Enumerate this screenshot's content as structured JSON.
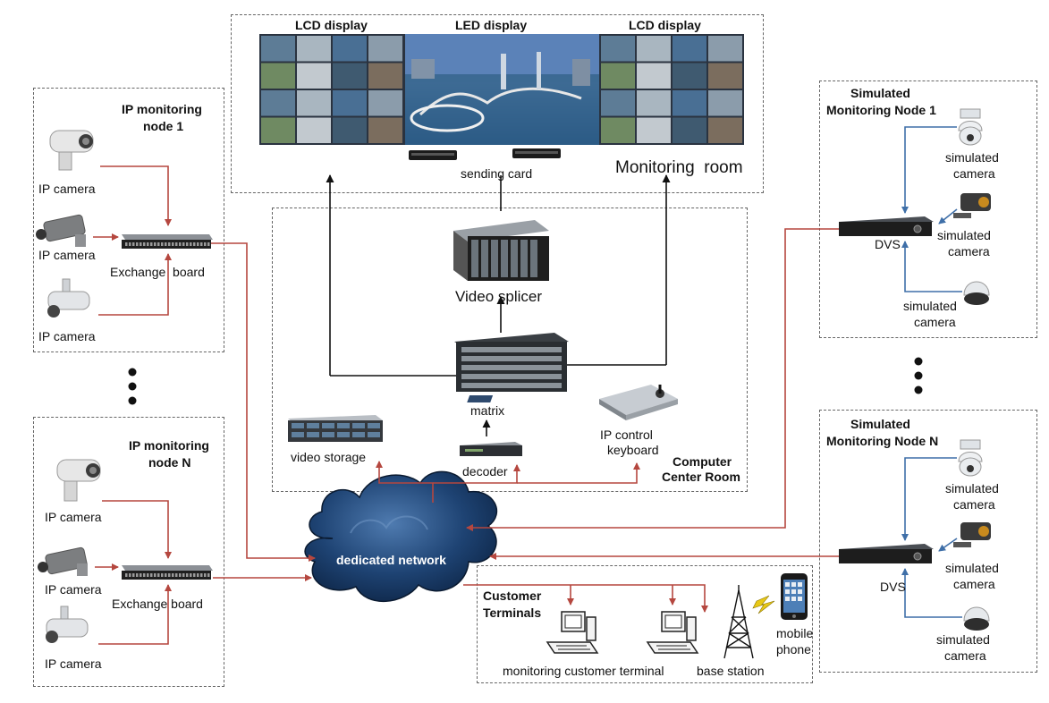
{
  "monitoring_room": {
    "lcd_left_label": "LCD display",
    "led_label": "LED display",
    "lcd_right_label": "LCD display",
    "sending_card_label": "sending card",
    "room_label": "Monitoring  room"
  },
  "computer_center": {
    "video_splicer_label": "Video splicer",
    "matrix_label": "matrix",
    "video_storage_label": "video storage",
    "decoder_label": "decoder",
    "keyboard_label_line1": "IP control",
    "keyboard_label_line2": "keyboard",
    "room_label_line1": "Computer",
    "room_label_line2": "Center Room"
  },
  "ip_node_1": {
    "title_line1": "IP monitoring",
    "title_line2": "node 1",
    "cameras": [
      "IP camera",
      "IP camera",
      "IP camera"
    ],
    "switch_label": "Exchange  board"
  },
  "ip_node_n": {
    "title_line1": "IP monitoring",
    "title_line2": "node N",
    "cameras": [
      "IP camera",
      "IP camera",
      "IP camera"
    ],
    "switch_label": "Exchange board"
  },
  "sim_node_1": {
    "title_line1": "Simulated",
    "title_line2": "Monitoring Node 1",
    "dvs_label": "DVS",
    "camera_line1": "simulated",
    "camera_line2": "camera"
  },
  "sim_node_n": {
    "title_line1": "Simulated",
    "title_line2": "Monitoring Node N",
    "dvs_label": "DVS",
    "camera_line1": "simulated",
    "camera_line2": "camera"
  },
  "network": {
    "cloud_label": "dedicated network"
  },
  "customer": {
    "title_line1": "Customer",
    "title_line2": "Terminals",
    "terminal_label": "monitoring customer terminal",
    "base_station_label": "base station",
    "phone_line1": "mobile",
    "phone_line2": "phone"
  },
  "colors": {
    "ip_link": "#b5473f",
    "sim_link": "#3f6fa8",
    "video_link": "#111111",
    "cloud_dark": "#0e2a4f",
    "cloud_light": "#3a6597",
    "dashed_border": "#666666"
  }
}
